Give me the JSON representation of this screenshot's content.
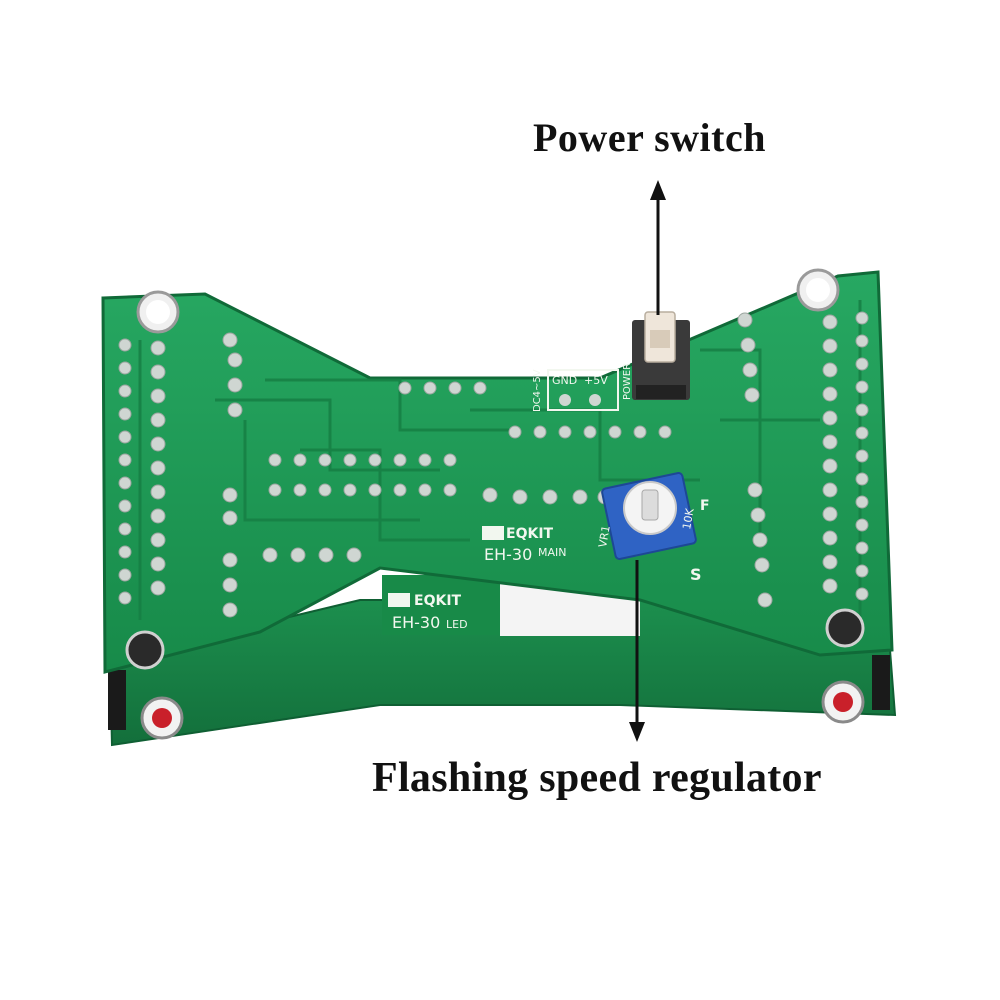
{
  "annotations": {
    "power_switch": "Power switch",
    "flashing_speed_regulator": "Flashing speed regulator"
  },
  "silkscreen": {
    "brand": "EQKIT",
    "main_board": "EH-30",
    "main_suffix": "MAIN",
    "led_board": "EH-30",
    "led_suffix": "LED",
    "power_label": "POWER",
    "dc_label": "DC4~5V",
    "gnd_label": "GND",
    "plus_label": "+5V",
    "vr_label": "VR1",
    "pot_value": "10K",
    "slow_label": "S",
    "fast_label": "F"
  },
  "colors": {
    "background": "#ffffff",
    "pcb": "#1f9a56",
    "pcb_dark": "#137a40",
    "solder": "#cfd6d2",
    "switch_body": "#3a3a3a",
    "pot_body": "#2f63c4",
    "text": "#111111"
  }
}
